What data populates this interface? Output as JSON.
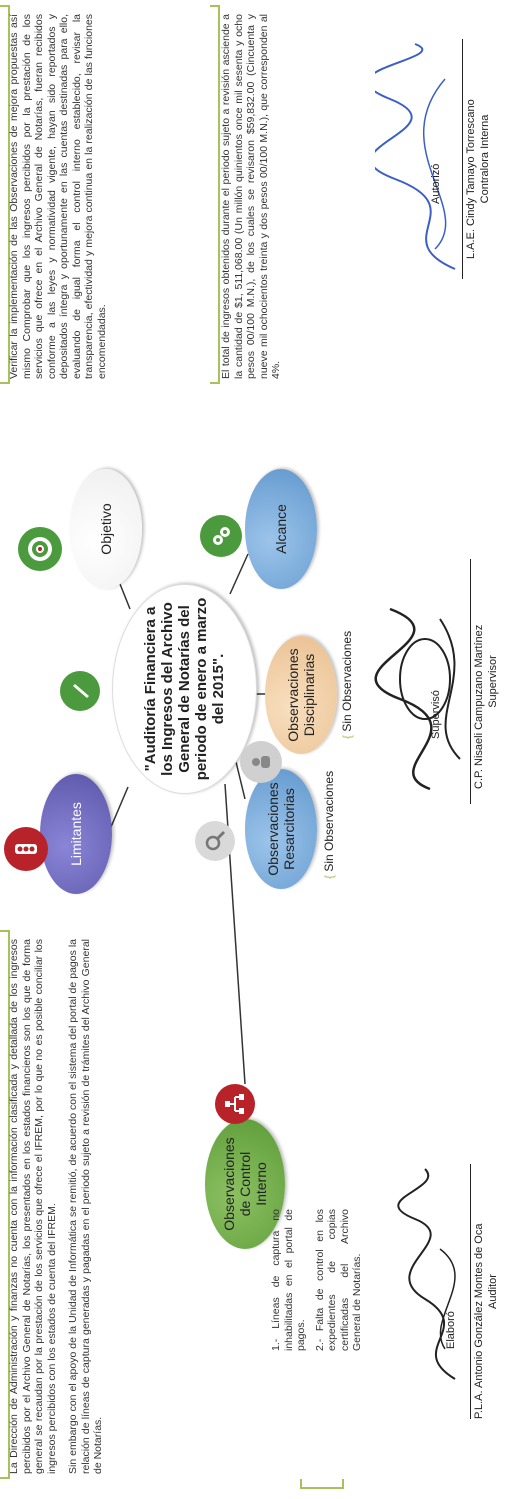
{
  "center": {
    "title": "\"Auditoría Financiera a los Ingresos del Archivo General de Notarías del periodo de enero a marzo del 2015\"."
  },
  "nodes": {
    "control_interno": "Observaciones de Control Interno",
    "limitantes": "Limitantes",
    "resarcitorias": "Observaciones Resarcitorias",
    "disciplinarias": "Observaciones Disciplinarias",
    "objetivo": "Objetivo",
    "alcance": "Alcance"
  },
  "texts": {
    "limitantes_p1": "La Dirección de Administración y finanzas no cuenta con la información clasificada y detallada de los ingresos percibidos por el Archivo General de Notarías, los presentados en los estados financieros son los que de forma general se recaudan por la prestación de los servicios que ofrece el IFREM, por lo que no es posible conciliar los ingresos percibidos con los estados de cuenta del IFREM.",
    "limitantes_p2": "Sin embargo con el apoyo de la Unidad de Informática se remitió, de acuerdo con el sistema del portal de pagos la relación de líneas de captura generadas y pagadas en el periodo sujeto a revisión de trámites del Archivo General de Notarías.",
    "control_interno_1": "1.- Líneas de captura no inhabilitadas en el portal de pagos.",
    "control_interno_2": "2.- Falta de control en los expedientes de copias certificadas del Archivo General de Notarías.",
    "resarcitorias": "Sin Observaciones",
    "disciplinarias": "Sin Observaciones",
    "objetivo": "Verificar la implementación de las Observaciones de mejora propuestas así mismo Comprobar que los ingresos percibidos por la prestación de los servicios que ofrece en el Archivo General de Notarías, fueran recibidos conforme a las leyes y normatividad vigente, hayan sido reportados y depositados íntegra y oportunamente en las cuentas destinadas para ello, evaluando de igual forma el control interno establecido, revisar la transparencia, efectividad y mejora continua en la realización de las funciones encomendadas.",
    "alcance": "El total de ingresos obtenidos durante el periodo sujeto a revisión asciende a la cantidad de $1, 511,068.00 (Un millón quinientos once mil sesenta y ocho pesos 00/100 M.N.), de los cuales se revisaron $59,832.00 (Cincuenta y nueve mil ochocientos treinta y dos pesos 00/100 M.N.), que corresponden al 4%."
  },
  "signatures": {
    "elaboro": {
      "label": "Elaboró",
      "name": "P.L.A. Antonio González Montes de Oca",
      "role": "Auditor"
    },
    "superviso": {
      "label": "Supervisó",
      "name": "C.P. Nisaeli Campuzano Martínez",
      "role": "Supervisor"
    },
    "autorizo": {
      "label": "Autorizó",
      "name": "L.A.E. Cindy Tamayo Torrescano",
      "role": "Contralora Interna"
    }
  },
  "colors": {
    "green": "#6aa843",
    "purple": "#6a64b8",
    "blue": "#6ea6d8",
    "peach": "#f2cfa6",
    "red": "#b8232a",
    "bracket": "#a6c25a",
    "ink_blue": "#3a5fc8"
  }
}
